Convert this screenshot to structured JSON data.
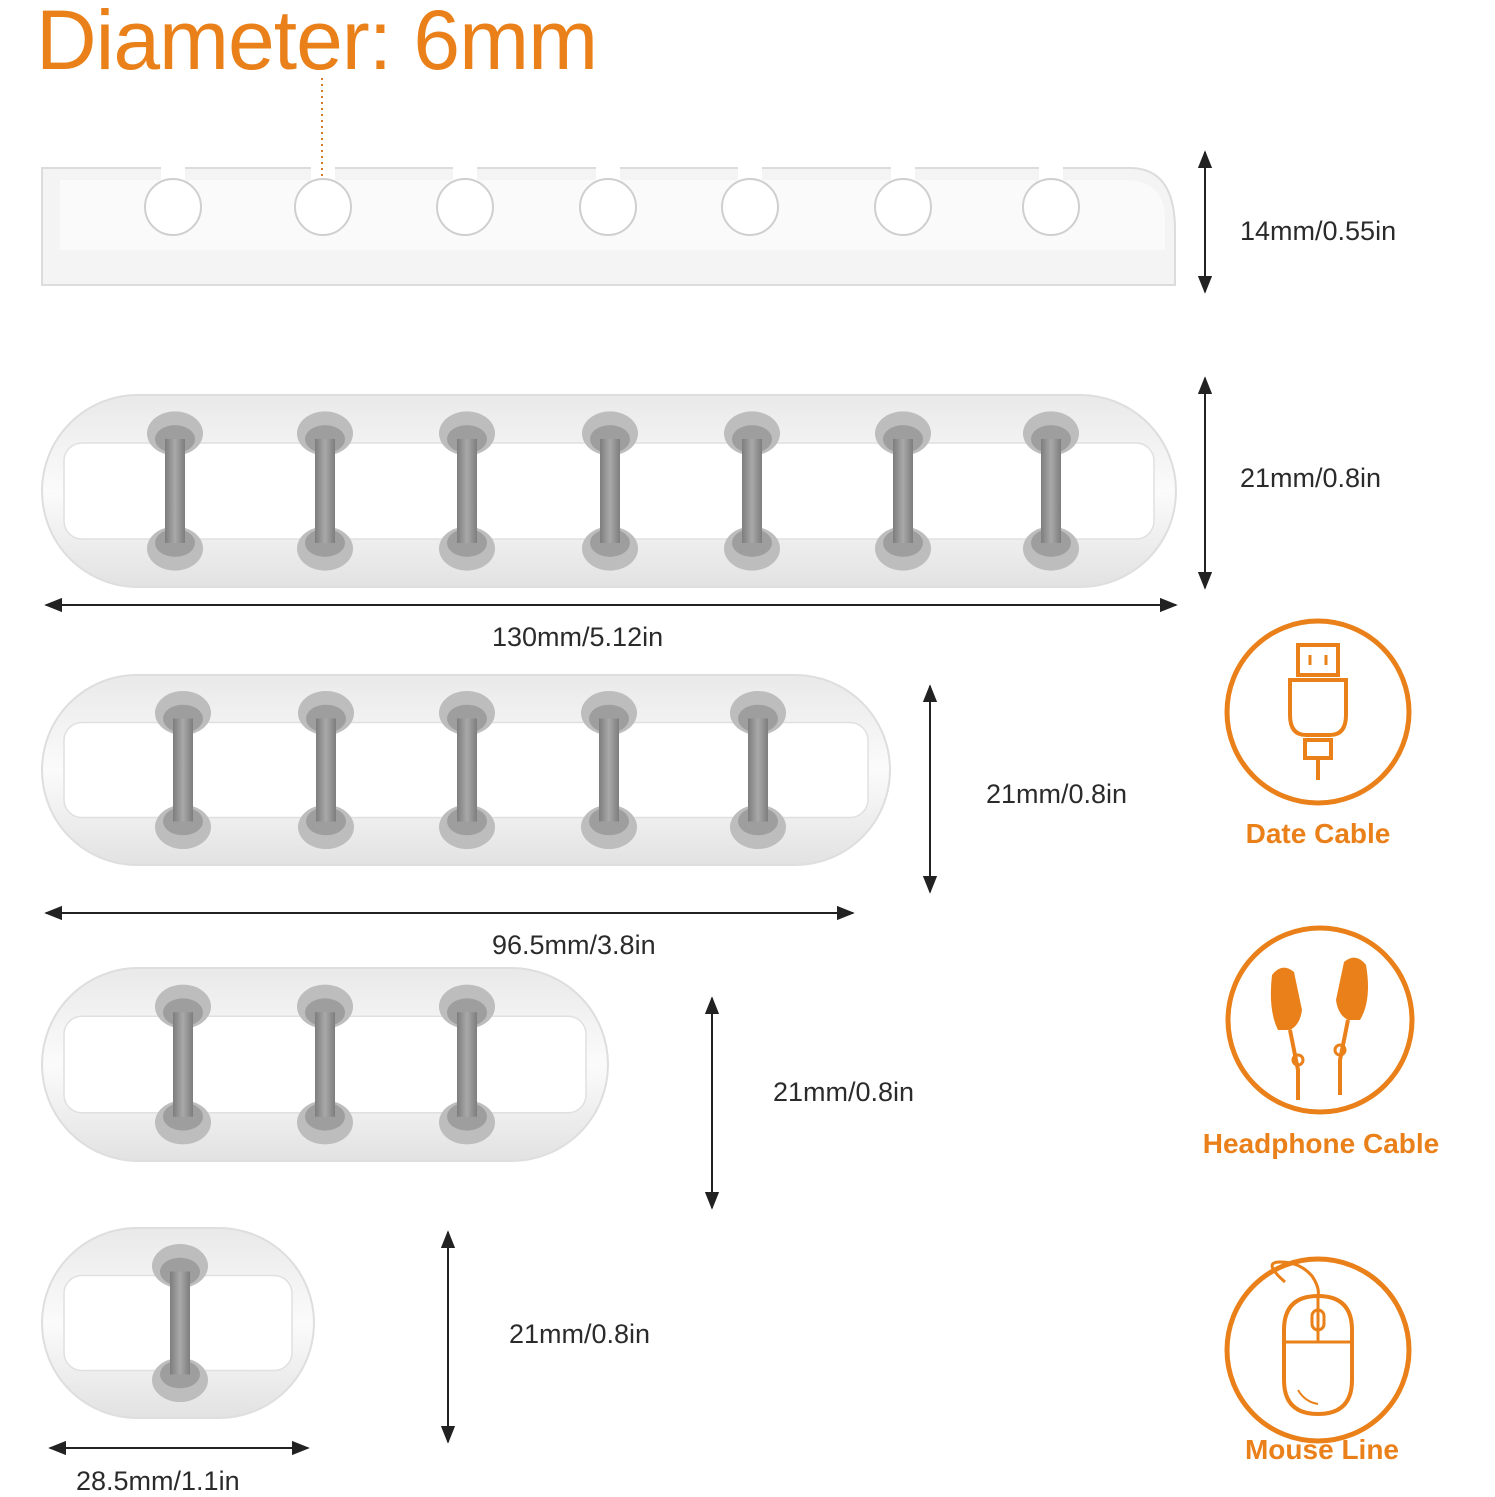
{
  "headline": "Diameter: 6mm",
  "colors": {
    "accent": "#ea8019",
    "product": "#f2f2f2",
    "product_shadow": "#9a9a9a"
  },
  "products": [
    {
      "slots": 7,
      "height_label": "14mm/0.55in",
      "width_label": ""
    },
    {
      "slots": 7,
      "height_label": "21mm/0.8in",
      "width_label": "130mm/5.12in"
    },
    {
      "slots": 5,
      "height_label": "21mm/0.8in",
      "width_label": "96.5mm/3.8in"
    },
    {
      "slots": 3,
      "height_label": "21mm/0.8in",
      "width_label": ""
    },
    {
      "slots": 1,
      "height_label": "21mm/0.8in",
      "width_label": "28.5mm/1.1in"
    }
  ],
  "cable_types": [
    {
      "label": "Date Cable",
      "icon": "usb-cable-icon"
    },
    {
      "label": "Headphone Cable",
      "icon": "earphones-icon"
    },
    {
      "label": "Mouse Line",
      "icon": "mouse-icon"
    }
  ]
}
